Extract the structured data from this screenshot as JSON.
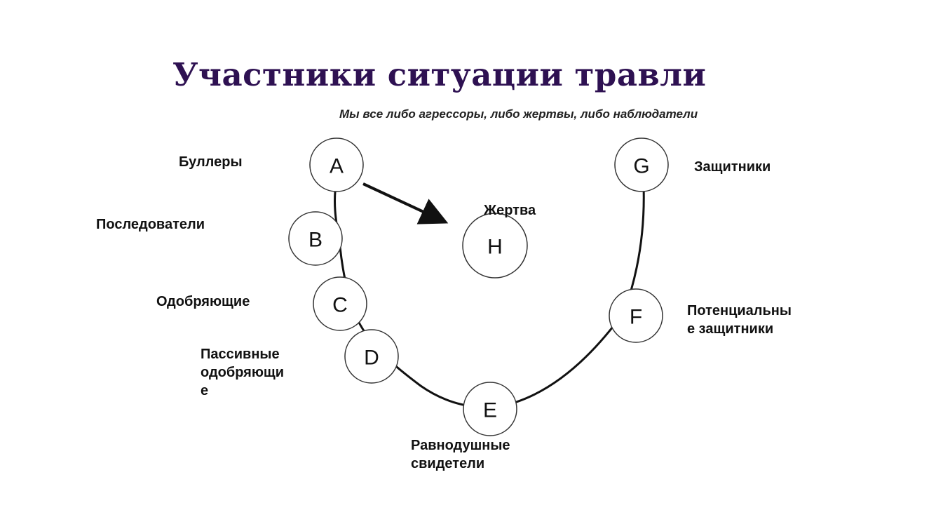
{
  "title": "Участники ситуации травли",
  "subtitle": "Мы все либо агрессоры, либо жертвы, либо наблюдатели",
  "nodes": [
    {
      "letter": "A",
      "label": "Буллеры"
    },
    {
      "letter": "B",
      "label": "Последователи"
    },
    {
      "letter": "C",
      "label": "Одобряющие"
    },
    {
      "letter": "D",
      "label": "Пассивные\nодобряющи\nе"
    },
    {
      "letter": "E",
      "label": "Равнодушные\nсвидетели"
    },
    {
      "letter": "F",
      "label": "Потенциальны\nе защитники"
    },
    {
      "letter": "G",
      "label": "Защитники"
    },
    {
      "letter": "H",
      "label": "Жертва"
    }
  ],
  "edges": [
    {
      "from": "A",
      "to": "H",
      "type": "arrow"
    }
  ]
}
